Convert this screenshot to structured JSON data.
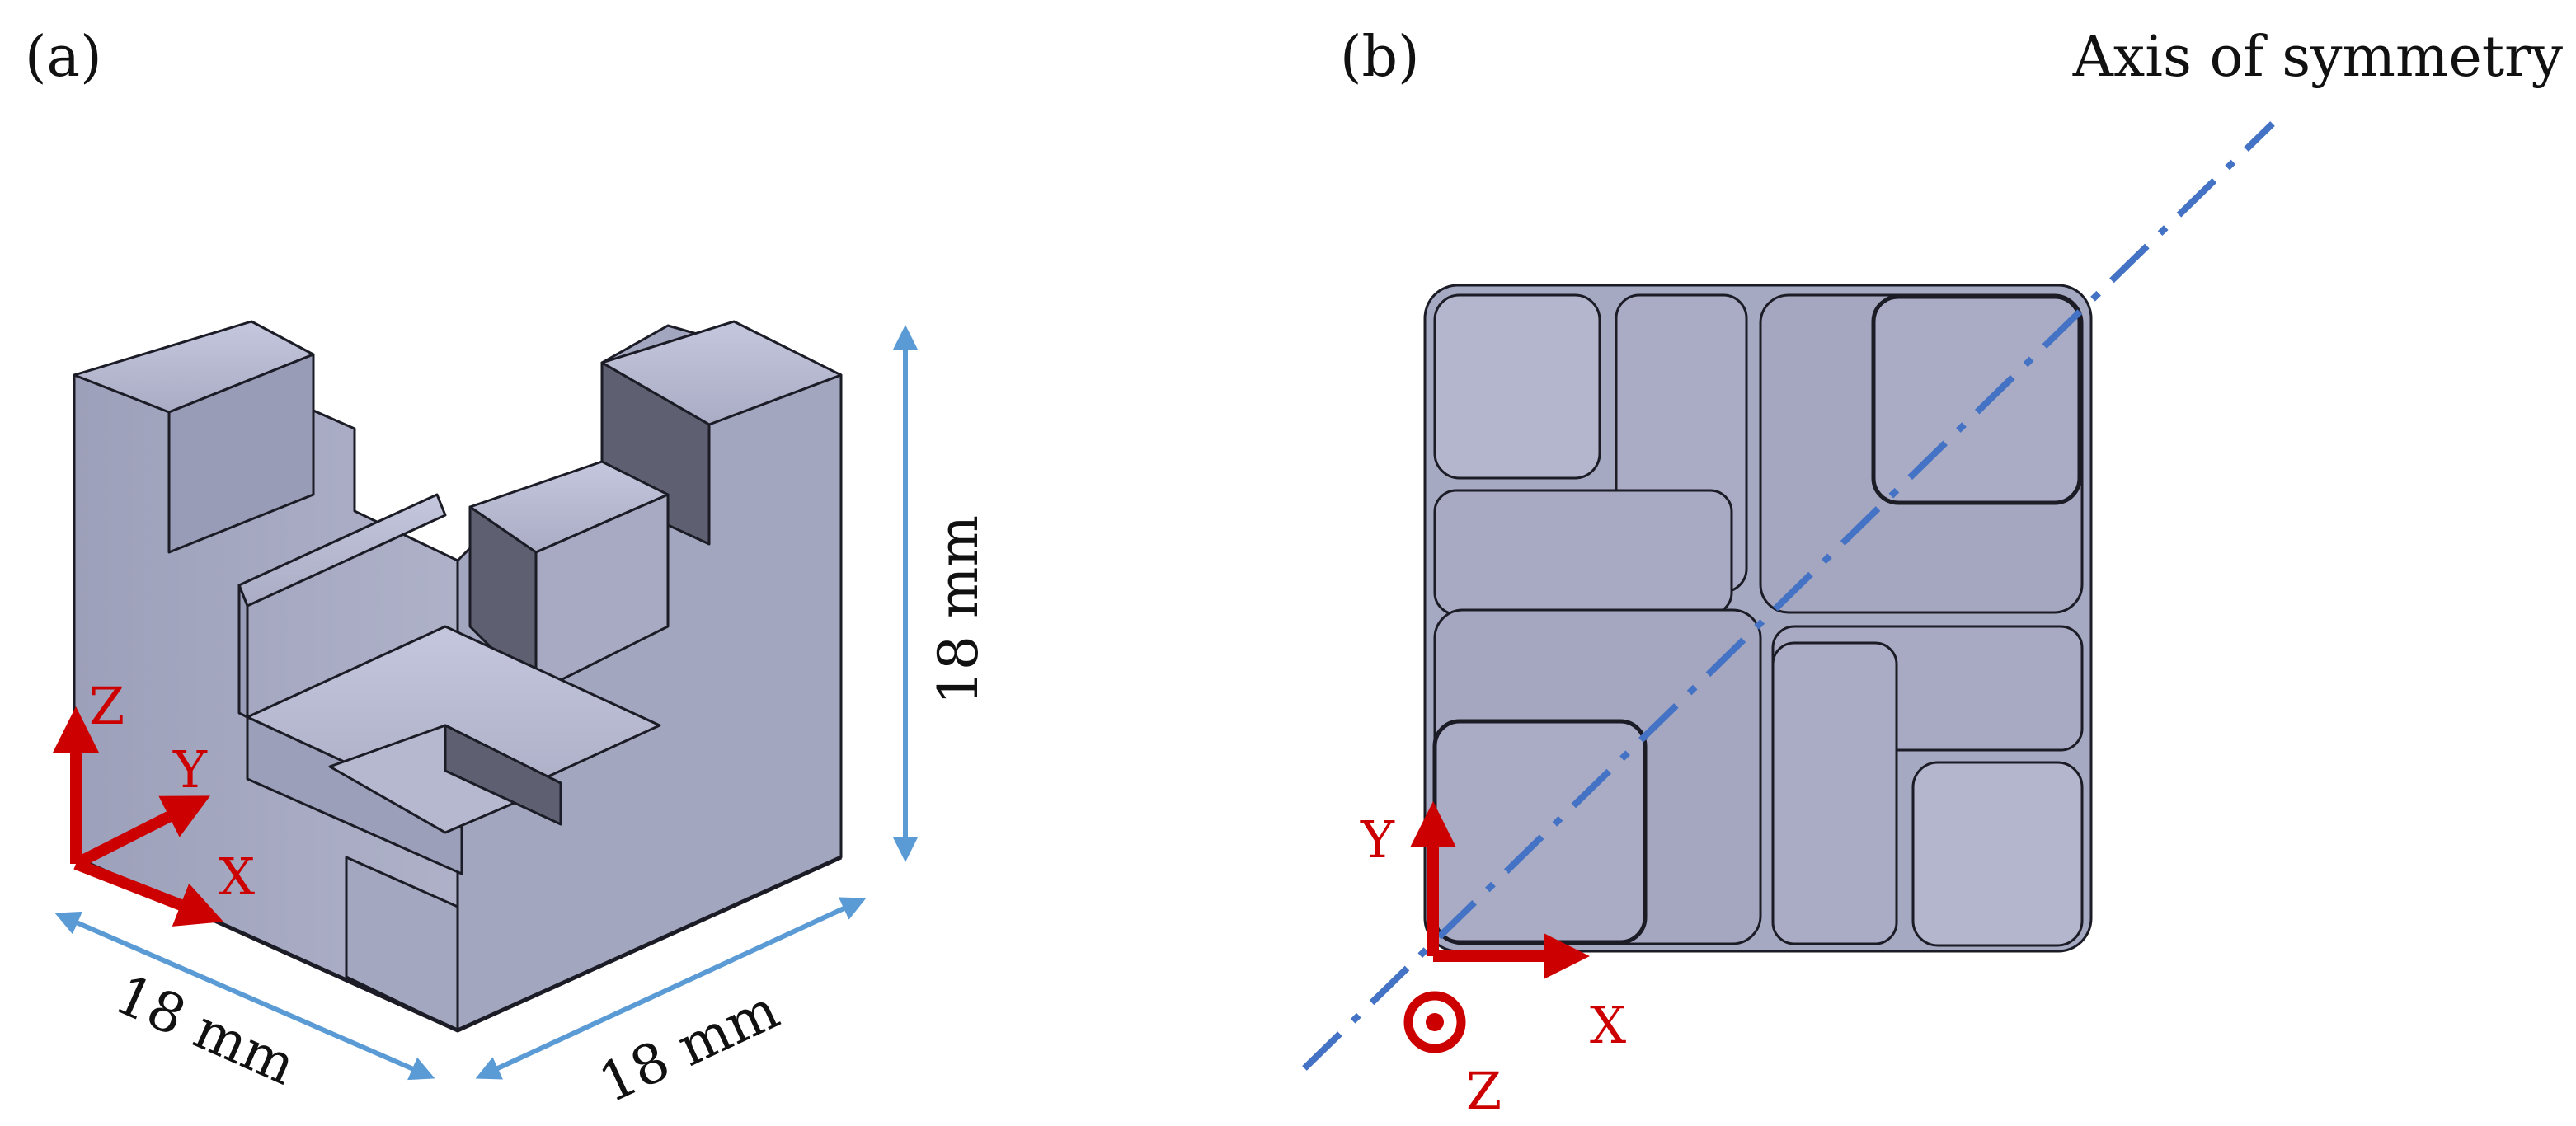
{
  "panels": [
    {
      "label": "(a)"
    },
    {
      "label": "(b)"
    }
  ],
  "panel_a": {
    "axes": {
      "z": "Z",
      "y": "Y",
      "x": "X"
    },
    "dimensions": {
      "height": "18 mm",
      "width_left": "18 mm",
      "width_right": "18 mm"
    }
  },
  "panel_b": {
    "axes": {
      "y": "Y",
      "x": "X",
      "z": "Z"
    },
    "symmetry_label": "Axis of symmetry"
  },
  "colors": {
    "part_front": "#a6a9c2",
    "part_top": "#b9bcd4",
    "part_side": "#5e6072",
    "edge": "#1b1c26",
    "axis_arrow": "#cc0000",
    "dimension_arrow": "#5b9bd5",
    "symmetry_line": "#4472c4"
  }
}
